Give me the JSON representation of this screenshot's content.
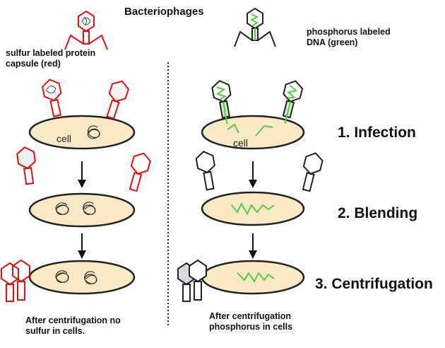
{
  "title": "Bacteriophages",
  "labels": {
    "sulfur": "sulfur labeled protein capsule (red)",
    "phosphorus_line1": "phosphorus labeled",
    "phosphorus_line2": "DNA  (green)",
    "cell": "cell",
    "left_caption_line1": "After centrifugation no",
    "left_caption_line2": "sulfur in cells.",
    "right_caption_line1": "After centrifugation",
    "right_caption_line2": "phosphorus in cells"
  },
  "steps": [
    {
      "label": "1. Infection"
    },
    {
      "label": "2. Blending"
    },
    {
      "label": "3. Centrifugation"
    }
  ],
  "colors": {
    "protein": "#dd1111",
    "dna": "#55cc44",
    "cell_fill": "#fbe8c6",
    "outline": "#222222",
    "phage_head_fill": "#f2f2f8"
  },
  "icons": [
    "phage-icon",
    "dna-strand",
    "down-arrow-icon"
  ]
}
